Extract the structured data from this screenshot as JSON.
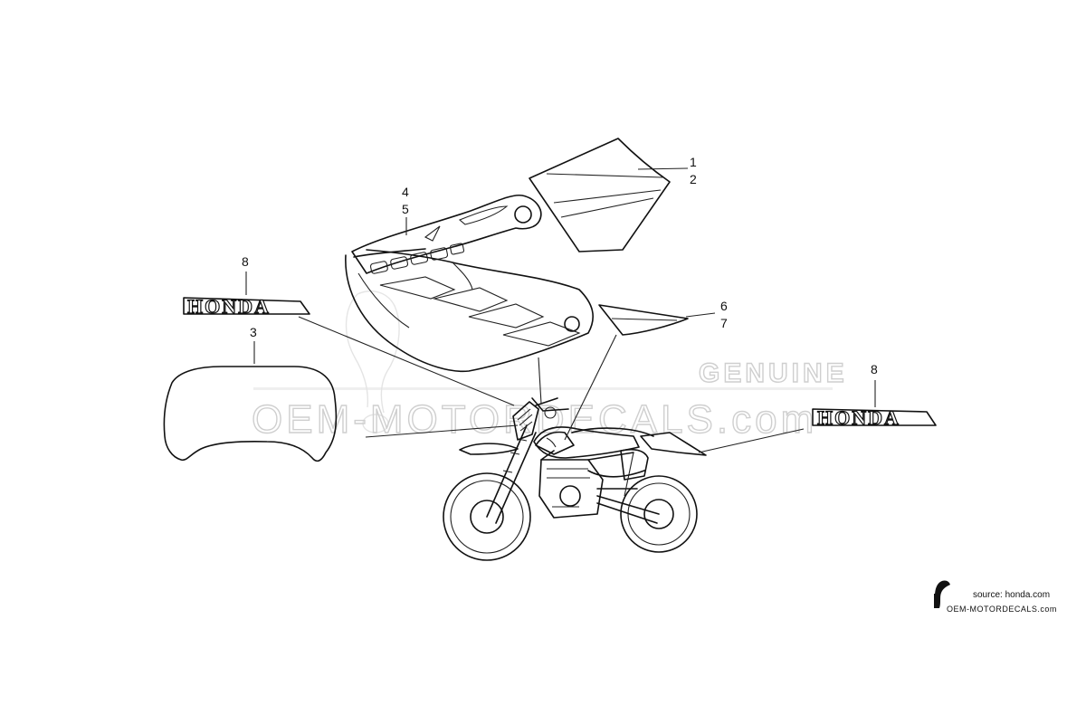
{
  "callouts": {
    "c1": "1",
    "c2": "2",
    "c3": "3",
    "c4": "4",
    "c5": "5",
    "c6": "6",
    "c7": "7",
    "c8_left": "8",
    "c8_right": "8"
  },
  "emblems": {
    "left": "HONDA",
    "right": "HONDA"
  },
  "watermark": {
    "top": "GENUINE",
    "main": "OEM-MOTORDECALS.com"
  },
  "credit": {
    "source": "source: honda.com",
    "site": "OEM-MOTORDECALS.com"
  }
}
